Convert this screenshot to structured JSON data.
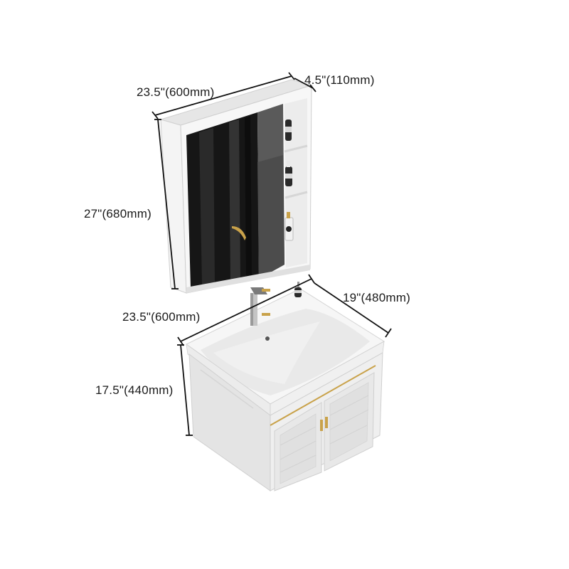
{
  "diagram": {
    "subject": "Bathroom vanity set with mirror cabinet",
    "colors": {
      "background": "#ffffff",
      "cabinet_white": "#f2f2f2",
      "cabinet_shadow": "#d9d9d9",
      "mirror_dark": "#1c1c1c",
      "mirror_panel": "#4a4a4a",
      "gold_trim": "#c9a24a",
      "dimension_line": "#111111",
      "label_text": "#1a1a1a"
    },
    "mirror_cabinet": {
      "width_label": "23.5\"(600mm)",
      "depth_label": "4.5\"(110mm)",
      "height_label": "27\"(680mm)",
      "shelves": 3
    },
    "vanity": {
      "width_label": "23.5\"(600mm)",
      "depth_label": "19\"(480mm)",
      "height_label": "17.5\"(440mm)",
      "doors": 2
    }
  }
}
